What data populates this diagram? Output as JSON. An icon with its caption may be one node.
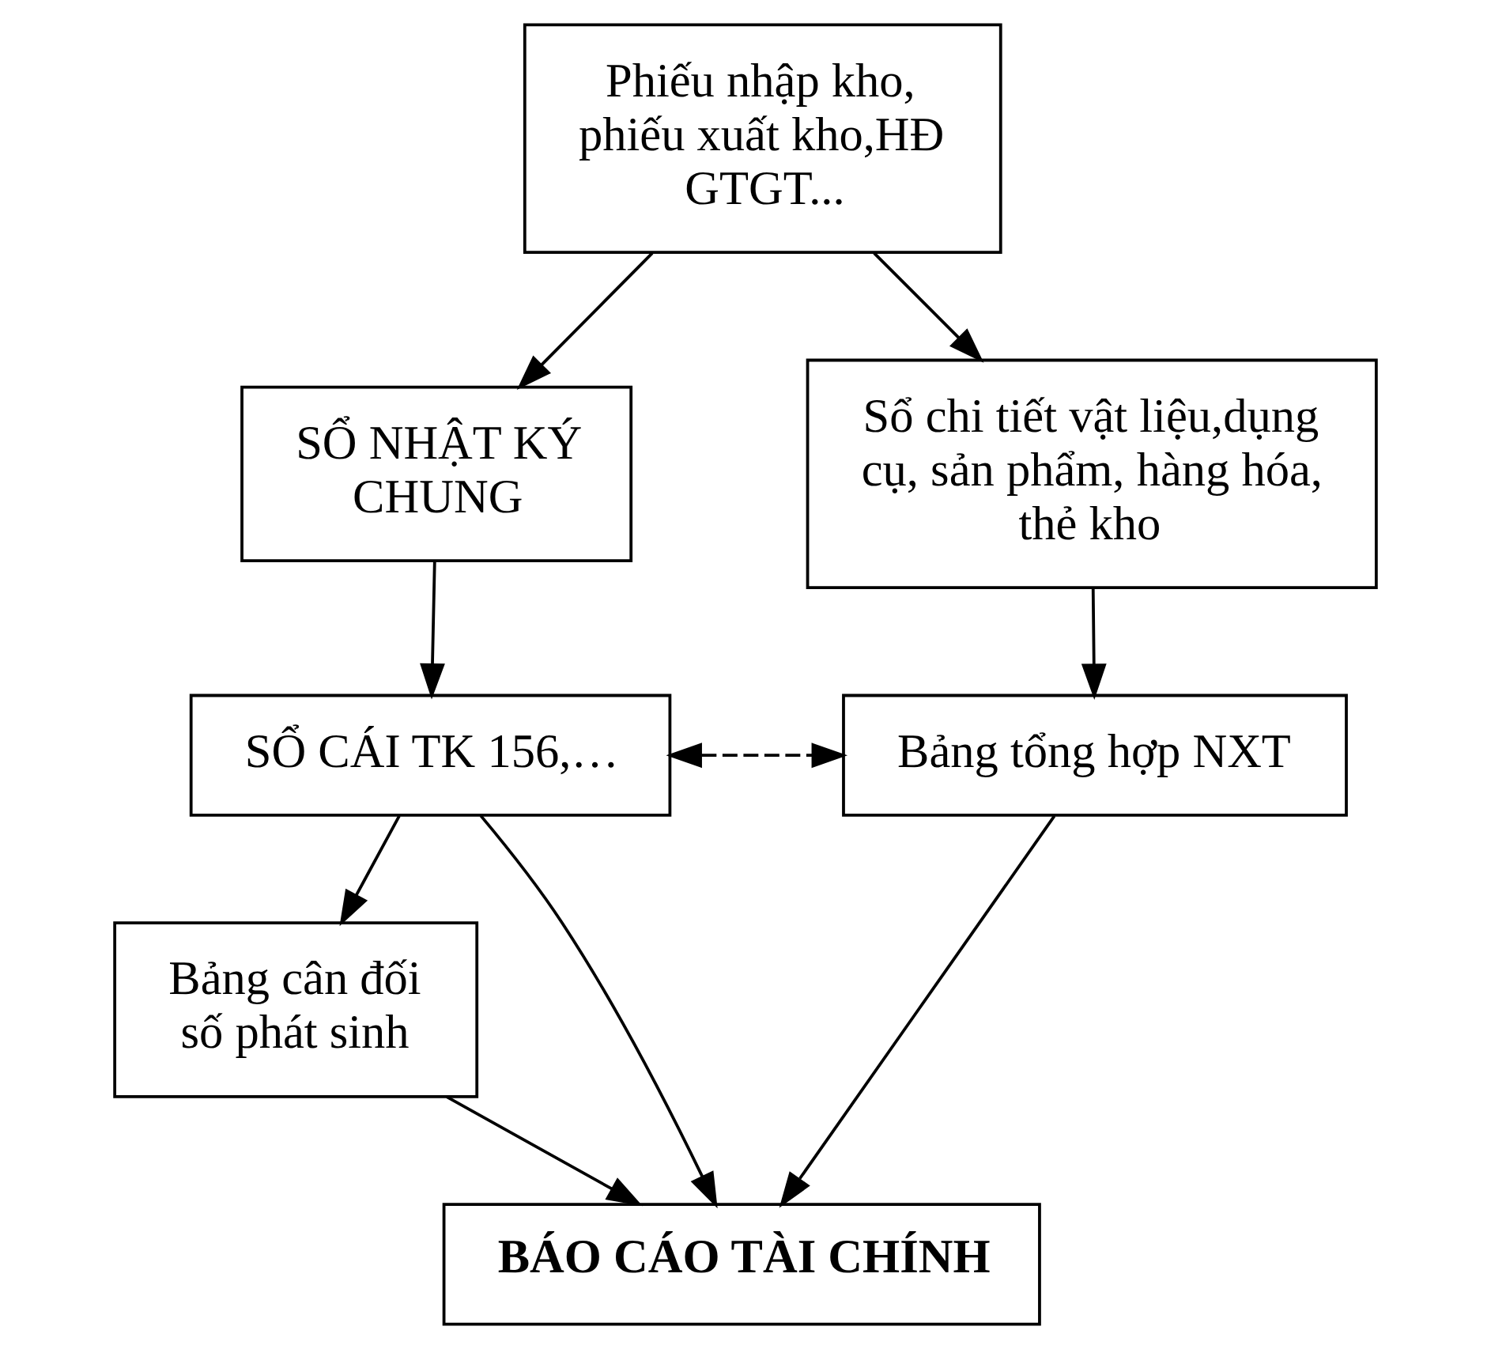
{
  "diagram": {
    "nodes": [
      {
        "text": [
          "Phiếu nhập kho, phiếu xuất kho,HĐ GTGT..."
        ]
      },
      {
        "text": [
          "SỔ NHẬT KÝ CHUNG"
        ]
      },
      {
        "text": [
          "Sổ chi tiết vật liệu,dụng cụ, sản phẩm, hàng hóa, thẻ kho"
        ]
      },
      {
        "text": [
          "SỔ CÁI TK 156,…"
        ]
      },
      {
        "text": [
          "Bảng tổng hợp NXT"
        ]
      },
      {
        "text": [
          "Bảng cân đối số phát sinh"
        ]
      },
      {
        "text": [
          "BÁO CÁO TÀI CHÍNH"
        ]
      }
    ],
    "edges": [
      {
        "from": 0,
        "to": 1,
        "arrow": "to"
      },
      {
        "from": 0,
        "to": 2,
        "arrow": "to"
      },
      {
        "from": 1,
        "to": 3,
        "arrow": "to"
      },
      {
        "from": 2,
        "to": 4,
        "arrow": "to"
      },
      {
        "from": 3,
        "to": 4,
        "arrow": "both",
        "style": "dashed"
      },
      {
        "from": 3,
        "to": 5,
        "arrow": "to"
      },
      {
        "from": 3,
        "to": 6,
        "arrow": "to"
      },
      {
        "from": 5,
        "to": 6,
        "arrow": "to"
      },
      {
        "from": 4,
        "to": 6,
        "arrow": "to"
      }
    ]
  }
}
